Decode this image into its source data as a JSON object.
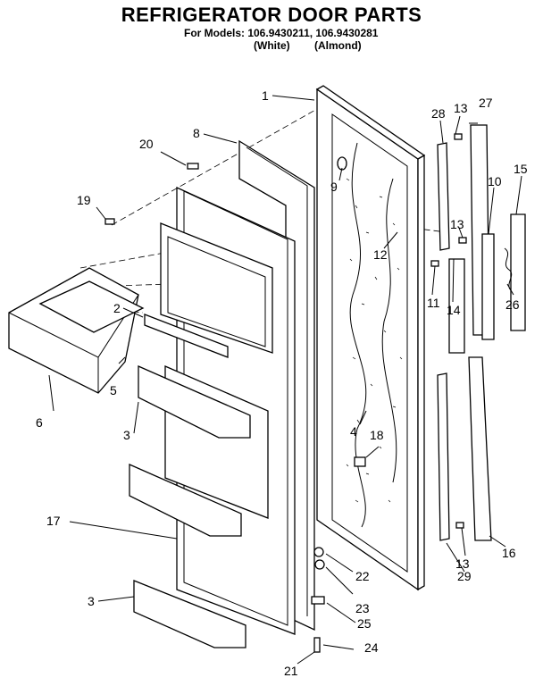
{
  "header": {
    "title": "REFRIGERATOR DOOR PARTS",
    "models_line": "For Models: 106.9430211, 106.9430281",
    "variant_white": "(White)",
    "variant_almond": "(Almond)"
  },
  "callouts": {
    "c1": "1",
    "c2": "2",
    "c3a": "3",
    "c3b": "3",
    "c4": "4",
    "c5": "5",
    "c6": "6",
    "c8": "8",
    "c9": "9",
    "c10": "10",
    "c11": "11",
    "c12": "12",
    "c13a": "13",
    "c13b": "13",
    "c13c": "13",
    "c14": "14",
    "c15": "15",
    "c16": "16",
    "c17": "17",
    "c18": "18",
    "c19": "19",
    "c20": "20",
    "c21": "21",
    "c22": "22",
    "c23": "23",
    "c24": "24",
    "c25": "25",
    "c26": "26",
    "c27": "27",
    "c28": "28",
    "c29": "29"
  }
}
